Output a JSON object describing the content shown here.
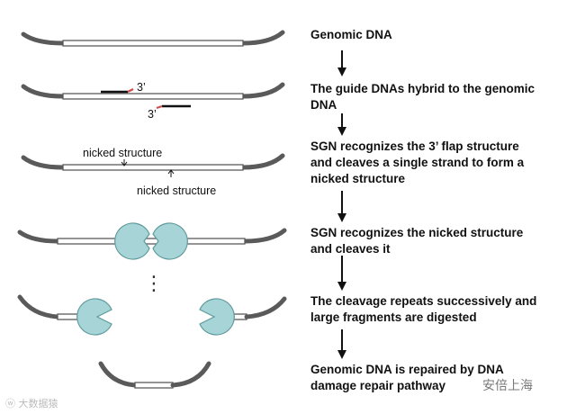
{
  "steps": [
    {
      "text": "Genomic DNA"
    },
    {
      "text": "The guide DNAs hybrid to the genomic\nDNA"
    },
    {
      "text": "SGN recognizes the 3’ flap structure\nand cleaves a single strand to form a\nnicked structure"
    },
    {
      "text": "SGN recognizes the nicked structure\nand cleaves it"
    },
    {
      "text": "The cleavage repeats successively and\nlarge fragments are digested"
    },
    {
      "text": "Genomic DNA is repaired by DNA\ndamage repair pathway"
    }
  ],
  "labels": {
    "three_prime_top": "3’",
    "three_prime_bottom": "3’",
    "nicked_top": "nicked structure",
    "nicked_bottom": "nicked structure",
    "ellipsis": "⋮"
  },
  "watermarks": {
    "left": "ⓦ 大数据猿",
    "right": "安倍上海"
  },
  "colors": {
    "dna_strand": "#5a5a5a",
    "guide_dna": "#111111",
    "flap_tip": "#d24a4a",
    "enzyme_fill": "#a7d4d6",
    "enzyme_stroke": "#5f9a9c"
  }
}
